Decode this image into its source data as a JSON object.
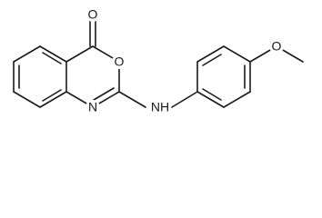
{
  "structure": {
    "atoms": {
      "carbonyl_o": "O",
      "ring_o": "O",
      "ring_n": "N",
      "amine_nh": "NH",
      "methoxy_o": "O"
    }
  },
  "colors": {
    "bond": "#1a1a1a",
    "background": "#ffffff"
  }
}
